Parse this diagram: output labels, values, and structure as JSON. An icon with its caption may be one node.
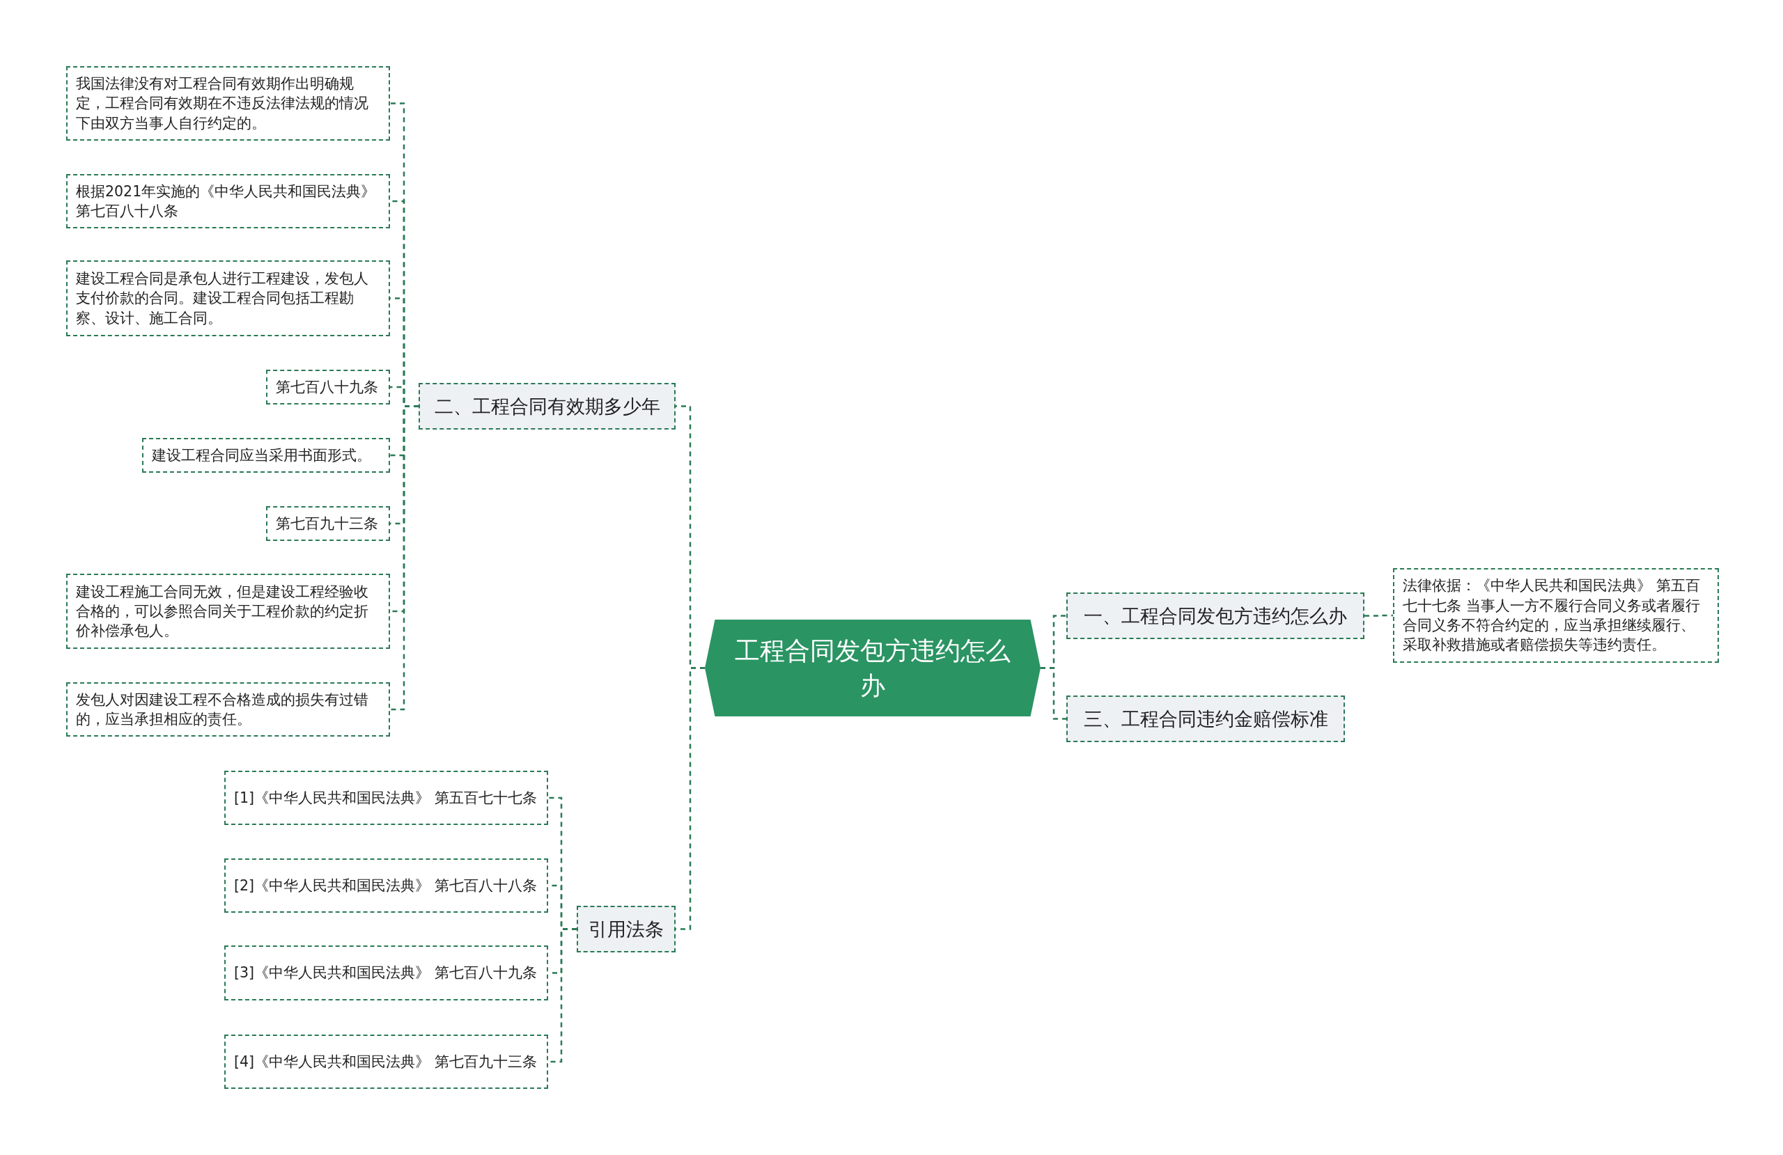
{
  "diagram": {
    "nodes": [
      {
        "text": [
          "工程合同发包方违约怎么办"
        ]
      },
      {
        "text": [
          "一、工程合同发包方违约怎么办"
        ]
      },
      {
        "text": [
          "法律依据：《中华人民共和国民法典》 第五百七十七条 当事人一方不履行合同义务或者履行合同义务不符合约定的，应当承担继续履行、采取补救措施或者赔偿损失等违约责任。"
        ]
      },
      {
        "text": [
          "三、工程合同违约金赔偿标准"
        ]
      },
      {
        "text": [
          "二、工程合同有效期多少年"
        ]
      },
      {
        "text": [
          "我国法律没有对工程合同有效期作出明确规定，工程合同有效期在不违反法律法规的情况下由双方当事人自行约定的。"
        ]
      },
      {
        "text": [
          "根据2021年实施的《中华人民共和国民法典》第七百八十八条"
        ]
      },
      {
        "text": [
          "建设工程合同是承包人进行工程建设，发包人支付价款的合同。建设工程合同包括工程勘察、设计、施工合同。"
        ]
      },
      {
        "text": [
          "第七百八十九条"
        ]
      },
      {
        "text": [
          "建设工程合同应当采用书面形式。"
        ]
      },
      {
        "text": [
          "第七百九十三条"
        ]
      },
      {
        "text": [
          "建设工程施工合同无效，但是建设工程经验收合格的，可以参照合同关于工程价款的约定折价补偿承包人。"
        ]
      },
      {
        "text": [
          "发包人对因建设工程不合格造成的损失有过错的，应当承担相应的责任。"
        ]
      },
      {
        "text": [
          "引用法条"
        ]
      },
      {
        "text": [
          "[1]《中华人民共和国民法典》 第五百七十七条"
        ]
      },
      {
        "text": [
          "[2]《中华人民共和国民法典》 第七百八十八条"
        ]
      },
      {
        "text": [
          "[3]《中华人民共和国民法典》 第七百八十九条"
        ]
      },
      {
        "text": [
          "[4]《中华人民共和国民法典》 第七百九十三条"
        ]
      }
    ],
    "edges": [
      {
        "from": 0,
        "to": 1,
        "arrow": "none",
        "style": "dashed"
      },
      {
        "from": 1,
        "to": 2,
        "arrow": "none",
        "style": "dashed"
      },
      {
        "from": 0,
        "to": 3,
        "arrow": "none",
        "style": "dashed"
      },
      {
        "from": 0,
        "to": 4,
        "arrow": "none",
        "style": "dashed"
      },
      {
        "from": 4,
        "to": 5,
        "arrow": "none",
        "style": "dashed"
      },
      {
        "from": 4,
        "to": 6,
        "arrow": "none",
        "style": "dashed"
      },
      {
        "from": 4,
        "to": 7,
        "arrow": "none",
        "style": "dashed"
      },
      {
        "from": 4,
        "to": 8,
        "arrow": "none",
        "style": "dashed"
      },
      {
        "from": 4,
        "to": 9,
        "arrow": "none",
        "style": "dashed"
      },
      {
        "from": 4,
        "to": 10,
        "arrow": "none",
        "style": "dashed"
      },
      {
        "from": 4,
        "to": 11,
        "arrow": "none",
        "style": "dashed"
      },
      {
        "from": 4,
        "to": 12,
        "arrow": "none",
        "style": "dashed"
      },
      {
        "from": 0,
        "to": 13,
        "arrow": "none",
        "style": "dashed"
      },
      {
        "from": 13,
        "to": 14,
        "arrow": "none",
        "style": "dashed"
      },
      {
        "from": 13,
        "to": 15,
        "arrow": "none",
        "style": "dashed"
      },
      {
        "from": 13,
        "to": 16,
        "arrow": "none",
        "style": "dashed"
      },
      {
        "from": 13,
        "to": 17,
        "arrow": "none",
        "style": "dashed"
      }
    ]
  }
}
